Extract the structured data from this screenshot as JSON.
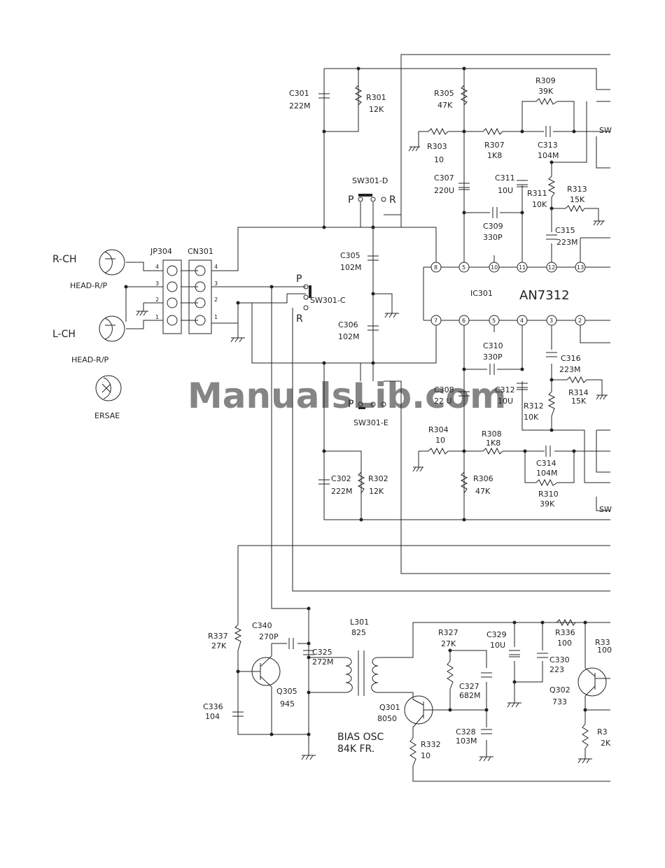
{
  "watermark": "ManualsLib.com",
  "ic": {
    "ref": "IC301",
    "part": "AN7312",
    "pins_top": [
      "8",
      "5",
      "10",
      "11",
      "12",
      "13"
    ],
    "pins_bottom": [
      "7",
      "6",
      "5",
      "4",
      "3",
      "2"
    ]
  },
  "heads": [
    {
      "channel": "R-CH",
      "type": "HEAD-R/P"
    },
    {
      "channel": "L-CH",
      "type": "HEAD-R/P"
    },
    {
      "channel": "",
      "type": "ERSAE"
    }
  ],
  "connectors": {
    "jp": {
      "ref": "JP304",
      "pins": [
        "4",
        "3",
        "2",
        "1"
      ]
    },
    "cn": {
      "ref": "CN301",
      "pins": [
        "4",
        "3",
        "2",
        "1"
      ]
    }
  },
  "switches": {
    "d": {
      "ref": "SW301-D",
      "p": "P",
      "r": "R"
    },
    "c": {
      "ref": "SW301-C",
      "p": "P",
      "r": "R"
    },
    "e": {
      "ref": "SW301-E",
      "p": "P"
    },
    "sw_r1": "SW",
    "sw_r2": "SW"
  },
  "components": {
    "c301": {
      "ref": "C301",
      "val": "222M"
    },
    "r301": {
      "ref": "R301",
      "val": "12K"
    },
    "r305": {
      "ref": "R305",
      "val": "47K"
    },
    "r309": {
      "ref": "R309",
      "val": "39K"
    },
    "r303": {
      "ref": "R303",
      "val": "10"
    },
    "r307": {
      "ref": "R307",
      "val": "1K8"
    },
    "c313": {
      "ref": "C313",
      "val": "104M"
    },
    "c307": {
      "ref": "C307",
      "val": "220U"
    },
    "c311": {
      "ref": "C311",
      "val": "10U"
    },
    "r311": {
      "ref": "R311",
      "val": "10K"
    },
    "r313": {
      "ref": "R313",
      "val": "15K"
    },
    "c309": {
      "ref": "C309",
      "val": "330P"
    },
    "c315": {
      "ref": "C315",
      "val": "223M"
    },
    "c305": {
      "ref": "C305",
      "val": "102M"
    },
    "c306": {
      "ref": "C306",
      "val": "102M"
    },
    "c310": {
      "ref": "C310",
      "val": "330P"
    },
    "c316": {
      "ref": "C316",
      "val": "223M"
    },
    "c308": {
      "ref": "C308",
      "val": "22 U"
    },
    "c312": {
      "ref": "C312",
      "val": "10U"
    },
    "r314": {
      "ref": "R314",
      "val": "15K"
    },
    "r312": {
      "ref": "R312",
      "val": "10K"
    },
    "r304": {
      "ref": "R304",
      "val": "10"
    },
    "r308": {
      "ref": "R308",
      "val": "1K8"
    },
    "c314": {
      "ref": "C314",
      "val": "104M"
    },
    "c302": {
      "ref": "C302",
      "val": "222M"
    },
    "r302": {
      "ref": "R302",
      "val": "12K"
    },
    "r306": {
      "ref": "R306",
      "val": "47K"
    },
    "r310": {
      "ref": "R310",
      "val": "39K"
    },
    "c340": {
      "ref": "C340",
      "val": "270P"
    },
    "l301": {
      "ref": "L301",
      "val": "825"
    },
    "r327": {
      "ref": "R327",
      "val": "27K"
    },
    "c329": {
      "ref": "C329",
      "val": "10U"
    },
    "r336": {
      "ref": "R336",
      "val": "100"
    },
    "r337": {
      "ref": "R337",
      "val": "27K"
    },
    "c325": {
      "ref": "C325",
      "val": "272M"
    },
    "c330": {
      "ref": "C330",
      "val": "223"
    },
    "c327": {
      "ref": "C327",
      "val": "682M"
    },
    "q305": {
      "ref": "Q305",
      "val": "945"
    },
    "q302": {
      "ref": "Q302",
      "val": "733"
    },
    "c336": {
      "ref": "C336",
      "val": "104"
    },
    "q301": {
      "ref": "Q301",
      "val": "8050"
    },
    "c328": {
      "ref": "C328",
      "val": "103M"
    },
    "r332": {
      "ref": "R332",
      "val": "10"
    },
    "r33x": {
      "ref": "R33",
      "val": "100"
    },
    "r3xx": {
      "ref": "R3",
      "val": "2K"
    }
  },
  "bias_osc": {
    "line1": "BIAS OSC",
    "line2": "84K FR."
  }
}
